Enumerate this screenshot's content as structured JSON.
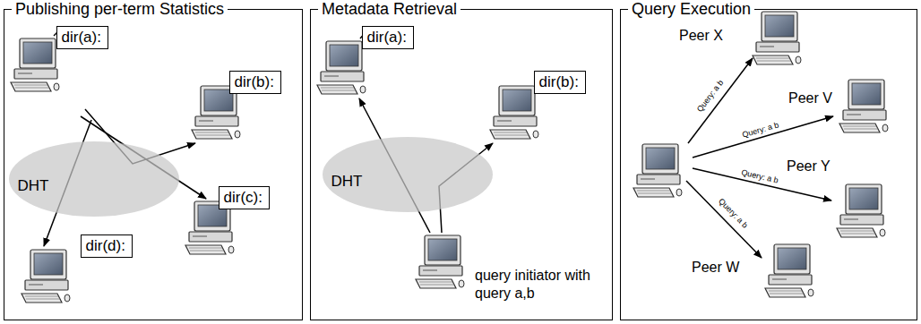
{
  "diagram": {
    "nodes": [
      {
        "text": [
          "Publishing per-term Statistics"
        ]
      },
      {
        "text": [
          "dir(a):"
        ],
        "in": 0
      },
      {
        "text": [
          "dir(b):"
        ],
        "in": 0
      },
      {
        "text": [
          "dir(c):"
        ],
        "in": 0
      },
      {
        "text": [
          "dir(d):"
        ],
        "in": 0
      },
      {
        "text": [
          "DHT"
        ],
        "in": 0
      },
      {
        "text": [
          "Metadata Retrieval"
        ]
      },
      {
        "text": [
          "dir(a):"
        ],
        "in": 6
      },
      {
        "text": [
          "dir(b):"
        ],
        "in": 6
      },
      {
        "text": [
          "DHT"
        ],
        "in": 6
      },
      {
        "text": [
          "Query Execution"
        ]
      }
    ],
    "labels": [
      "query initiator with query a,b",
      "Peer X",
      "Peer V",
      "Peer Y",
      "Peer W",
      "Query: a b",
      "Query: a b",
      "Query: a b",
      "Query: a b"
    ]
  }
}
